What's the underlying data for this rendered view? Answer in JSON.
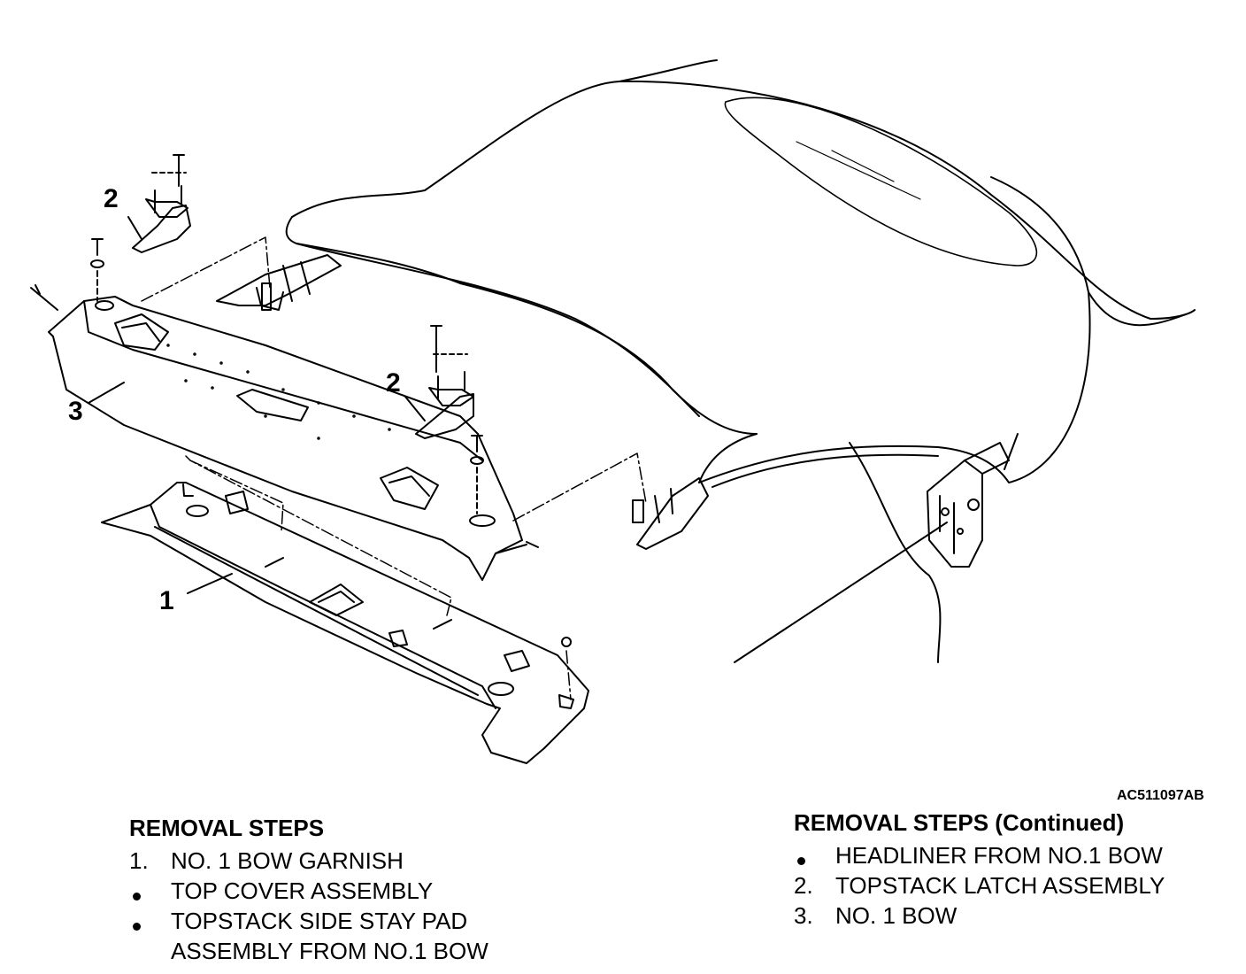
{
  "figure": {
    "code": "AC511097AB",
    "callouts": {
      "c1": "1",
      "c2a": "2",
      "c2b": "2",
      "c3": "3"
    }
  },
  "removal_steps": {
    "title": "REMOVAL STEPS",
    "items": [
      {
        "marker": "1.",
        "text": "NO. 1 BOW GARNISH"
      },
      {
        "marker": "•",
        "text": "TOP COVER ASSEMBLY"
      },
      {
        "marker": "•",
        "text": "TOPSTACK SIDE STAY PAD"
      },
      {
        "marker": "",
        "text": "ASSEMBLY FROM NO.1 BOW"
      }
    ]
  },
  "removal_steps_continued": {
    "title": "REMOVAL STEPS (Continued)",
    "items": [
      {
        "marker": "•",
        "text": "HEADLINER FROM NO.1 BOW"
      },
      {
        "marker": "2.",
        "text": "TOPSTACK LATCH ASSEMBLY"
      },
      {
        "marker": "3.",
        "text": "NO. 1 BOW"
      }
    ]
  }
}
